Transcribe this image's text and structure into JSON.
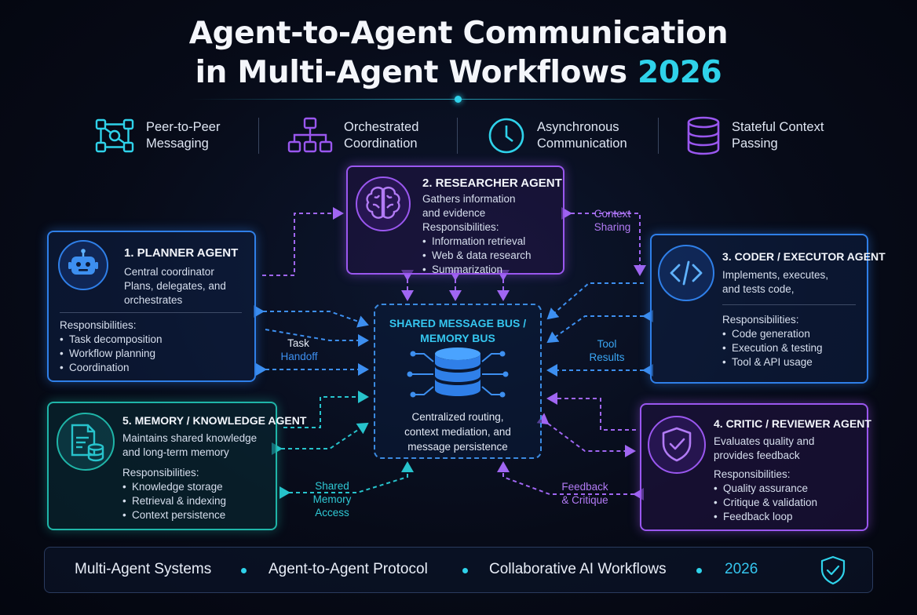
{
  "title": {
    "line1": "Agent-to-Agent Communication",
    "line2": "in Multi-Agent Workflows",
    "year": "2026"
  },
  "features": [
    {
      "label": "Peer-to-Peer\nMessaging",
      "icon": "network-nodes-icon"
    },
    {
      "label": "Orchestrated\nCoordination",
      "icon": "hierarchy-icon"
    },
    {
      "label": "Asynchronous\nCommunication",
      "icon": "clock-icon"
    },
    {
      "label": "Stateful Context\nPassing",
      "icon": "database-icon"
    }
  ],
  "agents": {
    "planner": {
      "name": "1. PLANNER AGENT",
      "desc": [
        "Central coordinator",
        "Plans, delegates, and",
        "orchestrates"
      ],
      "resp_title": "Responsibilities:",
      "resp": [
        "Task decomposition",
        "Workflow planning",
        "Coordination"
      ],
      "icon": "robot-icon"
    },
    "researcher": {
      "name": "2. RESEARCHER AGENT",
      "desc": [
        "Gathers information",
        "and evidence"
      ],
      "resp_title": "Responsibilities:",
      "resp": [
        "Information retrieval",
        "Web & data research",
        "Summarization"
      ],
      "icon": "brain-icon"
    },
    "coder": {
      "name": "3. CODER / EXECUTOR AGENT",
      "desc": [
        "Implements, executes,",
        "and tests code,"
      ],
      "resp_title": "Responsibilities:",
      "resp": [
        "Code generation",
        "Execution & testing",
        "Tool & API usage"
      ],
      "icon": "code-icon"
    },
    "critic": {
      "name": "4. CRITIC / REVIEWER AGENT",
      "desc": [
        "Evaluates quality and",
        "provides feedback"
      ],
      "resp_title": "Responsibilities:",
      "resp": [
        "Quality assurance",
        "Critique & validation",
        "Feedback loop"
      ],
      "icon": "shield-check-icon"
    },
    "memory": {
      "name": "5. MEMORY / KNOWLEDGE AGENT",
      "desc": [
        "Maintains shared knowledge",
        "and long-term memory"
      ],
      "resp_title": "Responsibilities:",
      "resp": [
        "Knowledge storage",
        "Retrieval & indexing",
        "Context persistence"
      ],
      "icon": "document-database-icon"
    }
  },
  "bus": {
    "title": "SHARED MESSAGE BUS /\nMEMORY BUS",
    "desc": "Centralized routing,\ncontext mediation, and\nmessage persistence",
    "icon": "database-hub-icon"
  },
  "edge_labels": {
    "context_sharing": "Context\nSharing",
    "task_handoff_1": "Task",
    "task_handoff_2": "Handoff",
    "tool_results": "Tool\nResults",
    "shared_memory": "Shared\nMemory\nAccess",
    "feedback": "Feedback\n& Critique"
  },
  "footer": {
    "items": [
      "Multi-Agent Systems",
      "Agent-to-Agent Protocol",
      "Collaborative AI Workflows",
      "2026"
    ],
    "icon": "shield-check-icon"
  },
  "colors": {
    "accent_cyan": "#2fd2ea",
    "accent_blue": "#2f7fe8",
    "accent_purple": "#9a57ef",
    "accent_teal": "#1fb5a8",
    "background": "#070b18"
  }
}
